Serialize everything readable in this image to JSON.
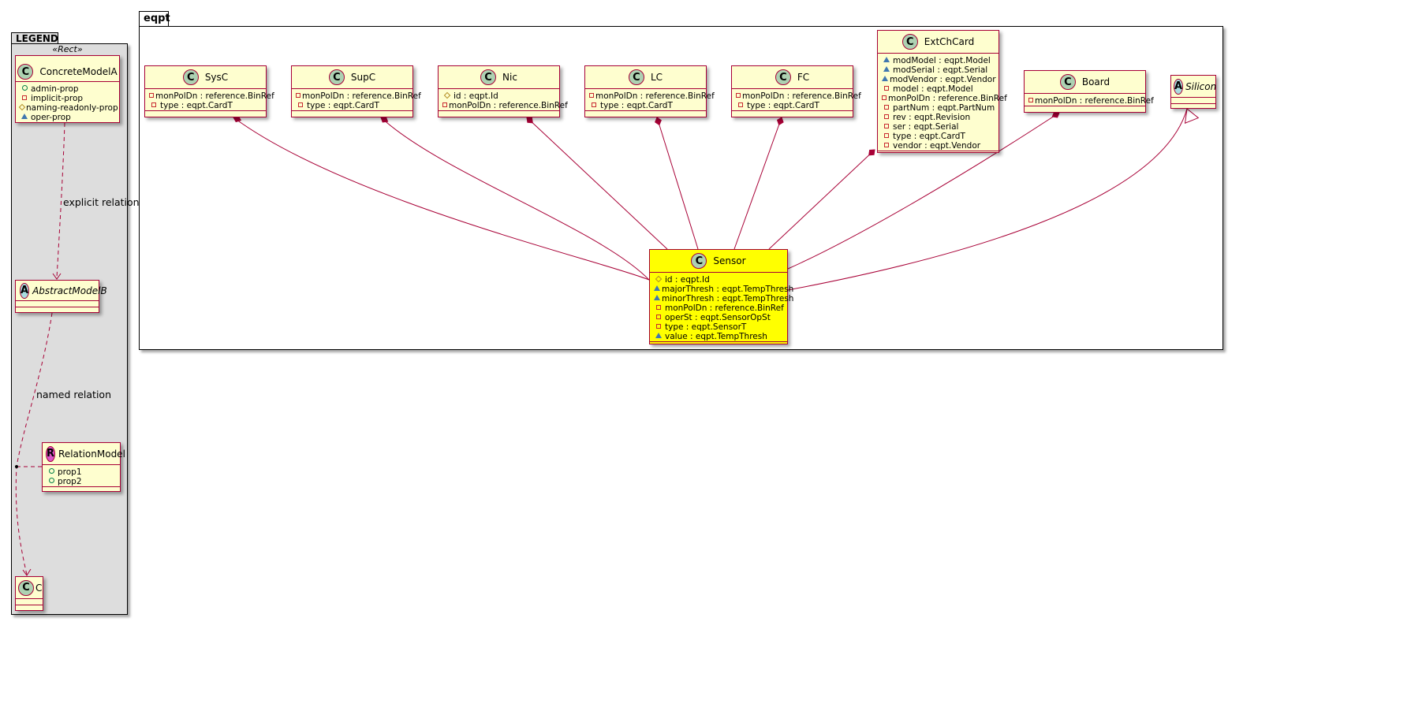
{
  "legend": {
    "package_name": "LEGEND",
    "concrete_model": {
      "name": "ConcreteModelA",
      "stereotype": "«Rect»",
      "icon": "C",
      "attributes": [
        {
          "visibility": "public",
          "text": "admin-prop"
        },
        {
          "visibility": "private",
          "text": "implicit-prop"
        },
        {
          "visibility": "protected",
          "text": "naming-readonly-prop"
        },
        {
          "visibility": "package",
          "text": "oper-prop"
        }
      ]
    },
    "abstract_model": {
      "name": "AbstractModelB",
      "icon": "A"
    },
    "relation_model": {
      "name": "RelationModel",
      "icon": "R",
      "attributes": [
        {
          "visibility": "public",
          "text": "prop1"
        },
        {
          "visibility": "public",
          "text": "prop2"
        }
      ]
    },
    "c_model": {
      "name": "C",
      "icon": "C"
    },
    "explicit_relation_label": "explicit relation",
    "named_relation_label": "named relation"
  },
  "eqpt": {
    "package_name": "eqpt",
    "classes": {
      "sysc": {
        "name": "SysC",
        "icon": "C",
        "attributes": [
          {
            "visibility": "private",
            "text": "monPolDn : reference.BinRef"
          },
          {
            "visibility": "private",
            "text": "type : eqpt.CardT"
          }
        ]
      },
      "supc": {
        "name": "SupC",
        "icon": "C",
        "attributes": [
          {
            "visibility": "private",
            "text": "monPolDn : reference.BinRef"
          },
          {
            "visibility": "private",
            "text": "type : eqpt.CardT"
          }
        ]
      },
      "nic": {
        "name": "Nic",
        "icon": "C",
        "attributes": [
          {
            "visibility": "protected",
            "text": "id : eqpt.Id"
          },
          {
            "visibility": "private",
            "text": "monPolDn : reference.BinRef"
          }
        ]
      },
      "lc": {
        "name": "LC",
        "icon": "C",
        "attributes": [
          {
            "visibility": "private",
            "text": "monPolDn : reference.BinRef"
          },
          {
            "visibility": "private",
            "text": "type : eqpt.CardT"
          }
        ]
      },
      "fc": {
        "name": "FC",
        "icon": "C",
        "attributes": [
          {
            "visibility": "private",
            "text": "monPolDn : reference.BinRef"
          },
          {
            "visibility": "private",
            "text": "type : eqpt.CardT"
          }
        ]
      },
      "extchcard": {
        "name": "ExtChCard",
        "icon": "C",
        "attributes": [
          {
            "visibility": "package",
            "text": "modModel : eqpt.Model"
          },
          {
            "visibility": "package",
            "text": "modSerial : eqpt.Serial"
          },
          {
            "visibility": "package",
            "text": "modVendor : eqpt.Vendor"
          },
          {
            "visibility": "private",
            "text": "model : eqpt.Model"
          },
          {
            "visibility": "private",
            "text": "monPolDn : reference.BinRef"
          },
          {
            "visibility": "private",
            "text": "partNum : eqpt.PartNum"
          },
          {
            "visibility": "private",
            "text": "rev : eqpt.Revision"
          },
          {
            "visibility": "private",
            "text": "ser : eqpt.Serial"
          },
          {
            "visibility": "private",
            "text": "type : eqpt.CardT"
          },
          {
            "visibility": "private",
            "text": "vendor : eqpt.Vendor"
          }
        ]
      },
      "board": {
        "name": "Board",
        "icon": "C",
        "attributes": [
          {
            "visibility": "private",
            "text": "monPolDn : reference.BinRef"
          }
        ]
      },
      "silicon": {
        "name": "Silicon",
        "icon": "A",
        "attributes": []
      },
      "sensor": {
        "name": "Sensor",
        "icon": "C",
        "highlighted": true,
        "attributes": [
          {
            "visibility": "protected",
            "text": "id : eqpt.Id"
          },
          {
            "visibility": "package",
            "text": "majorThresh : eqpt.TempThresh"
          },
          {
            "visibility": "package",
            "text": "minorThresh : eqpt.TempThresh"
          },
          {
            "visibility": "private",
            "text": "monPolDn : reference.BinRef"
          },
          {
            "visibility": "private",
            "text": "operSt : eqpt.SensorOpSt"
          },
          {
            "visibility": "private",
            "text": "type : eqpt.SensorT"
          },
          {
            "visibility": "package",
            "text": "value : eqpt.TempThresh"
          }
        ]
      }
    },
    "relations": [
      {
        "from": "sysc",
        "to": "sensor",
        "kind": "composition"
      },
      {
        "from": "supc",
        "to": "sensor",
        "kind": "composition"
      },
      {
        "from": "nic",
        "to": "sensor",
        "kind": "composition"
      },
      {
        "from": "lc",
        "to": "sensor",
        "kind": "composition"
      },
      {
        "from": "fc",
        "to": "sensor",
        "kind": "composition"
      },
      {
        "from": "extchcard",
        "to": "sensor",
        "kind": "composition"
      },
      {
        "from": "board",
        "to": "sensor",
        "kind": "composition"
      },
      {
        "from": "silicon",
        "to": "sensor",
        "kind": "generalization"
      }
    ]
  },
  "colors": {
    "class_fill": "#fefecf",
    "class_border": "#a80036",
    "highlight_fill": "#ffff00",
    "legend_fill": "#dddddd",
    "class_icon": "#add1b2",
    "abstract_icon": "#a9dcdf",
    "relation_icon": "#d957c9"
  }
}
